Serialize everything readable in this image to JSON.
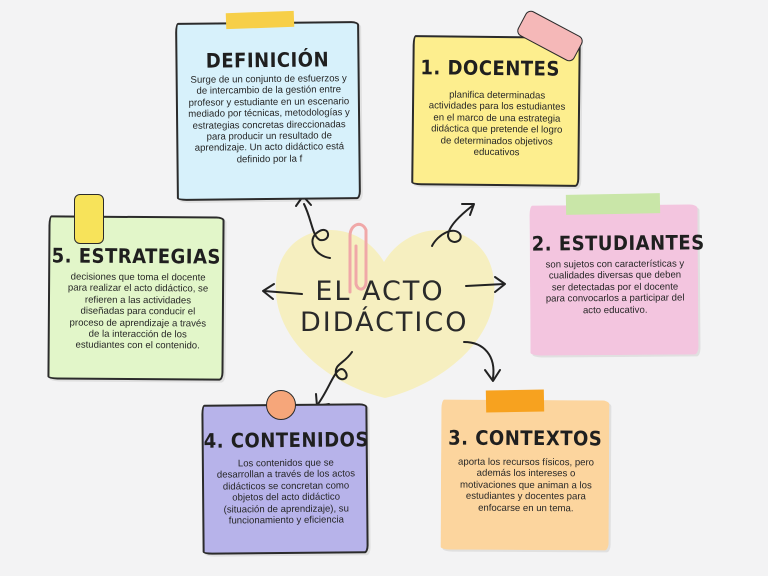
{
  "center": {
    "title_line1": "EL ACTO",
    "title_line2": "DIDÁCTICO"
  },
  "colors": {
    "background": "#f3f3f4",
    "center_blob": "#f6efc0",
    "definicion": "#d7f1fb",
    "docentes": "#fdee8e",
    "estudiantes": "#f3c5df",
    "contextos": "#fcd59e",
    "contenidos": "#b7b3ea",
    "estrategias": "#e2f6c9"
  },
  "nodes": {
    "definicion": {
      "title": "DEFINICIÓN",
      "text": "Surge de un conjunto de esfuerzos y de intercambio de la gestión entre profesor y estudiante en un escenario mediado por técnicas, metodologías y estrategias concretas direccionadas para producir un resultado de aprendizaje. Un acto didáctico está definido por la f"
    },
    "docentes": {
      "title": "1.   DOCENTES",
      "text": "planifica determinadas actividades para los estudiantes en el marco de una estrategia didáctica que pretende el logro de determinados objetivos educativos"
    },
    "estudiantes": {
      "title": "2. ESTUDIANTES",
      "text": "son sujetos con características y cualidades diversas que deben ser detectadas por el docente para convocarlos a participar del acto educativo."
    },
    "contextos": {
      "title": "3. CONTEXTOS",
      "text": "aporta los recursos físicos, pero además los intereses o motivaciones que animan a los estudiantes y docentes para enfocarse en un tema."
    },
    "contenidos": {
      "title": "4. CONTENIDOS",
      "text": "Los contenidos que se desarrollan a través de los actos didácticos se concretan como objetos del acto didáctico (situación de aprendizaje), su funcionamiento y eficiencia"
    },
    "estrategias": {
      "title": "5. ESTRATEGIAS",
      "text": "decisiones que toma el docente para realizar el acto didáctico, se refieren a las actividades diseñadas para conducir el proceso de aprendizaje a través de la interacción de los estudiantes con el contenido."
    }
  }
}
